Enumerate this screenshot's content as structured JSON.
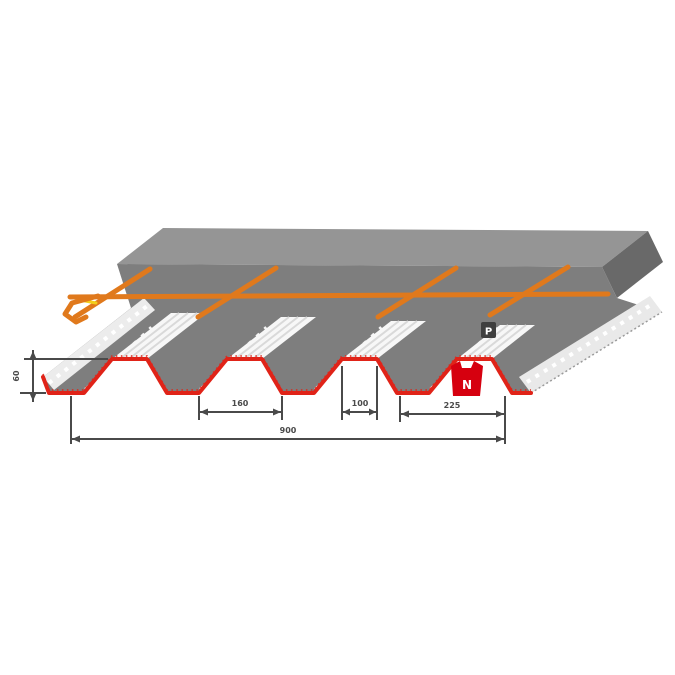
{
  "image": {
    "description": "Isometric cutaway illustration of a composite steel floor deck profile under a concrete slab with reinforcement bars",
    "markers": {
      "p": "P",
      "n": "N"
    },
    "dimensions": {
      "deck_depth": "60",
      "rib_bottom_width": "160",
      "rib_top_width": "100",
      "rib_pitch": "225",
      "overall_width": "900"
    },
    "colors": {
      "profile_red": "#e02318",
      "rebar_orange": "#e0791c",
      "rebar_yellow": "#f3cf1c",
      "concrete_top": "#959595",
      "concrete_front": "#7e7e7e",
      "concrete_side": "#696969",
      "deck_white": "#f7f7f7",
      "dimension_gray": "#4a4a4a",
      "marker_n_red": "#d6000f",
      "marker_p_dark": "#3f3f3f"
    }
  }
}
